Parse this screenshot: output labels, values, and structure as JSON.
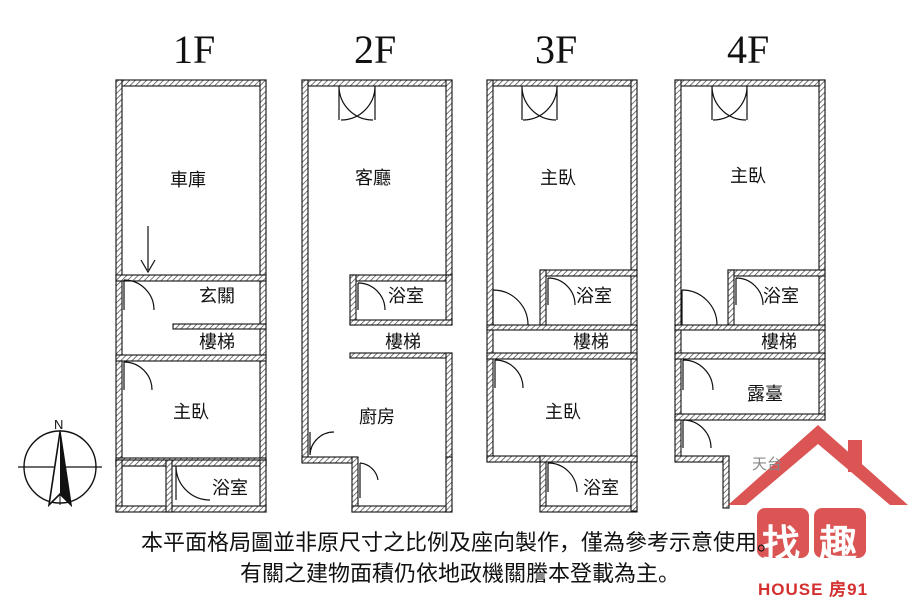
{
  "floors": [
    {
      "title": "1F",
      "rooms": [
        "車庫",
        "玄關",
        "樓梯",
        "主臥",
        "浴室"
      ]
    },
    {
      "title": "2F",
      "rooms": [
        "客廳",
        "浴室",
        "樓梯",
        "廚房"
      ]
    },
    {
      "title": "3F",
      "rooms": [
        "主臥",
        "浴室",
        "樓梯",
        "主臥",
        "浴室"
      ]
    },
    {
      "title": "4F",
      "rooms": [
        "主臥",
        "浴室",
        "樓梯",
        "露臺",
        "天台"
      ]
    }
  ],
  "compass": {
    "north_label": "N"
  },
  "disclaimer": {
    "line1": "本平面格局圖並非原尺寸之比例及座向製作，僅為參考示意使用。",
    "line2": "有關之建物面積仍依地政機關謄本登載為主。"
  },
  "watermark": {
    "char1": "房",
    "char2": "找",
    "char3": "趣",
    "brand": "HOUSE 房91"
  },
  "colors": {
    "wall": "#111111",
    "hatch": "#555555",
    "watermark": "#d43030"
  }
}
